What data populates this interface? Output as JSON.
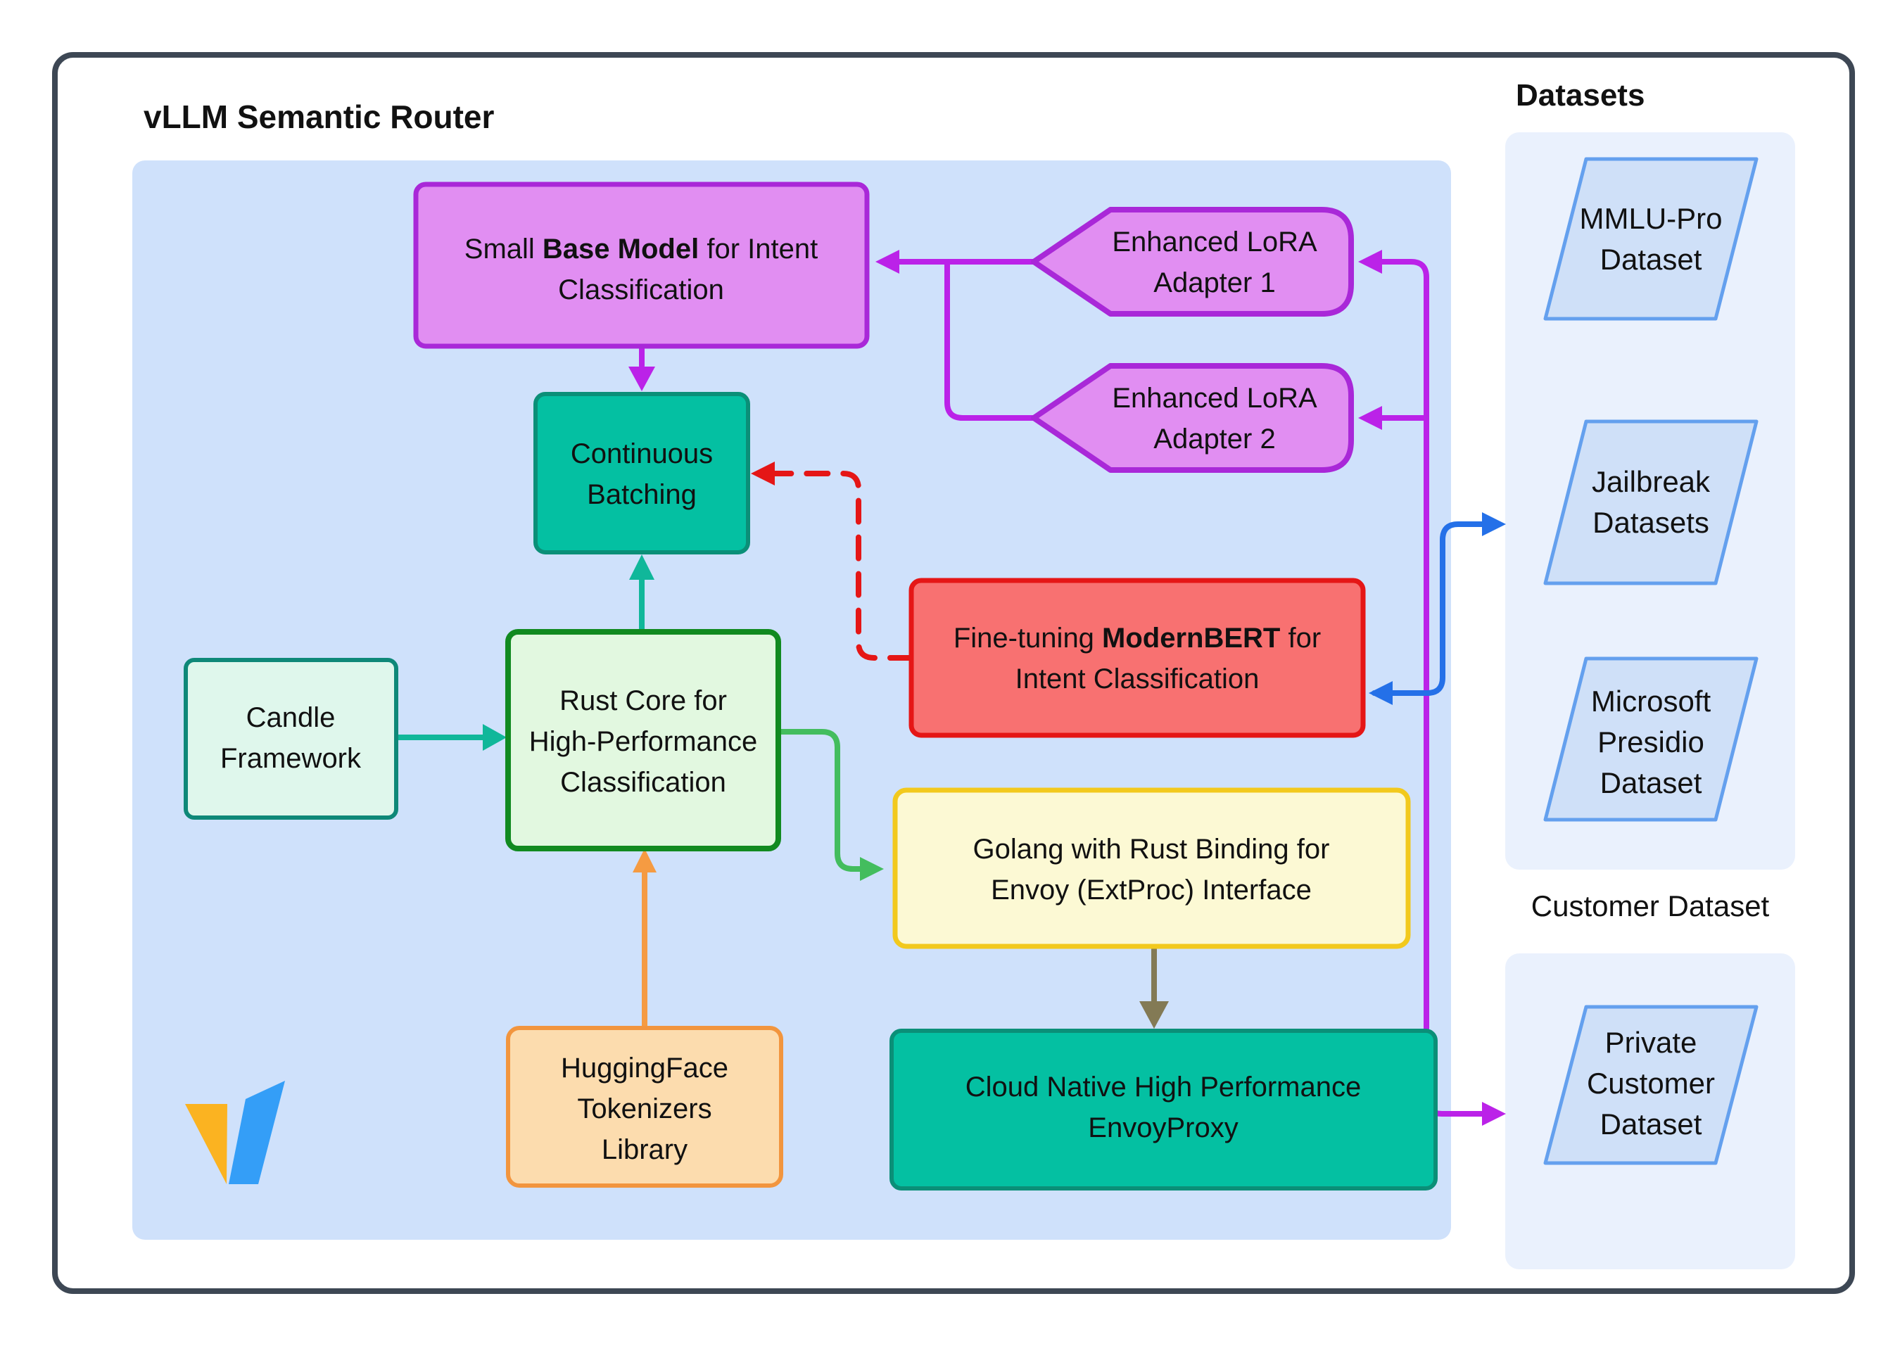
{
  "title": "vLLM Semantic Router",
  "datasets_section": {
    "heading": "Datasets"
  },
  "customer_section": {
    "heading": "Customer Dataset"
  },
  "nodes": {
    "base_model": {
      "l1a": "Small ",
      "l1b": "Base Model",
      "l1c": " for Intent",
      "l2": "Classification"
    },
    "adapter1": {
      "l1": "Enhanced LoRA",
      "l2": "Adapter 1"
    },
    "adapter2": {
      "l1": "Enhanced LoRA",
      "l2": "Adapter 2"
    },
    "continuous_batching": {
      "l1": "Continuous",
      "l2": "Batching"
    },
    "modernbert": {
      "l1a": "Fine-tuning ",
      "l1b": "ModernBERT",
      "l1c": " for",
      "l2": "Intent Classification"
    },
    "rust_core": {
      "l1": "Rust Core for",
      "l2": "High-Performance",
      "l3": "Classification"
    },
    "candle": {
      "l1": "Candle",
      "l2": "Framework"
    },
    "golang": {
      "l1": "Golang with Rust Binding for",
      "l2": "Envoy (ExtProc) Interface"
    },
    "huggingface": {
      "l1": "HuggingFace",
      "l2": "Tokenizers",
      "l3": "Library"
    },
    "envoy": {
      "l1": "Cloud Native High Performance",
      "l2": "EnvoyProxy"
    }
  },
  "datasets": {
    "mmlu": {
      "l1": "MMLU-Pro",
      "l2": "Dataset"
    },
    "jailbreak": {
      "l1": "Jailbreak",
      "l2": "Datasets"
    },
    "presidio": {
      "l1": "Microsoft",
      "l2": "Presidio",
      "l3": "Dataset"
    },
    "private": {
      "l1": "Private",
      "l2": "Customer",
      "l3": "Dataset"
    }
  },
  "colors": {
    "outer_border": "#3d4754",
    "panel_blue": "#cfe1fb",
    "subpanel_blue": "#eaf1fd",
    "purple_fill": "#e18ef2",
    "purple_stroke": "#a928d8",
    "magenta_arrow": "#bb22e8",
    "teal_fill": "#04c0a2",
    "teal_stroke": "#0b8f78",
    "teal_arrow": "#10b79a",
    "mint_fill": "#dff7ec",
    "mint_stroke": "#0e8878",
    "green_fill": "#e2f8e0",
    "green_stroke": "#118a20",
    "green_arrow": "#43bd5e",
    "red_fill": "#f87171",
    "red_stroke": "#e51616",
    "yellow_fill": "#fcf9d4",
    "yellow_stroke": "#f2c91d",
    "orange_fill": "#fcdcae",
    "orange_stroke": "#f2953e",
    "orange_arrow": "#f59b42",
    "olive_arrow": "#837a55",
    "blue_arrow": "#2470e8",
    "dataset_fill": "#cfe0f8",
    "dataset_stroke": "#64a0ee",
    "logo_yellow": "#fbb321",
    "logo_blue": "#349ef7"
  }
}
